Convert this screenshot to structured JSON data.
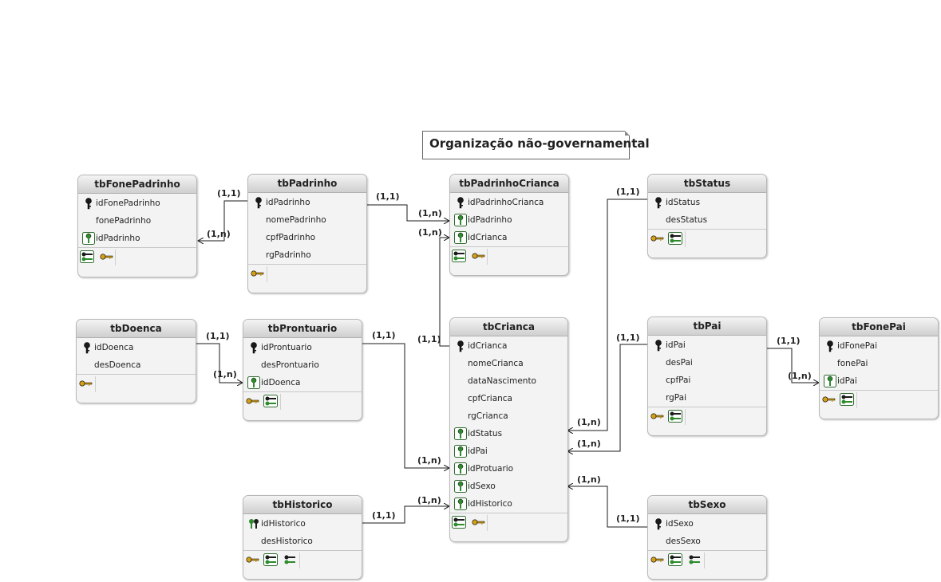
{
  "title": "Organização não-governamental",
  "entities": {
    "tbFonePadrinho": {
      "name": "tbFonePadrinho",
      "fields": [
        "idFonePadrinho",
        "fonePadrinho",
        "idPadrinho"
      ]
    },
    "tbPadrinho": {
      "name": "tbPadrinho",
      "fields": [
        "idPadrinho",
        "nomePadrinho",
        "cpfPadrinho",
        "rgPadrinho"
      ]
    },
    "tbPadrinhoCrianca": {
      "name": "tbPadrinhoCrianca",
      "fields": [
        "idPadrinhoCrianca",
        "idPadrinho",
        "idCrianca"
      ]
    },
    "tbStatus": {
      "name": "tbStatus",
      "fields": [
        "idStatus",
        "desStatus"
      ]
    },
    "tbDoenca": {
      "name": "tbDoenca",
      "fields": [
        "idDoenca",
        "desDoenca"
      ]
    },
    "tbProntuario": {
      "name": "tbProntuario",
      "fields": [
        "idProntuario",
        "desProntuario",
        "idDoenca"
      ]
    },
    "tbCrianca": {
      "name": "tbCrianca",
      "fields": [
        "idCrianca",
        "nomeCrianca",
        "dataNascimento",
        "cpfCrianca",
        "rgCrianca",
        "idStatus",
        "idPai",
        "idProtuario",
        "idSexo",
        "idHistorico"
      ]
    },
    "tbPai": {
      "name": "tbPai",
      "fields": [
        "idPai",
        "desPai",
        "cpfPai",
        "rgPai"
      ]
    },
    "tbFonePai": {
      "name": "tbFonePai",
      "fields": [
        "idFonePai",
        "fonePai",
        "idPai"
      ]
    },
    "tbHistorico": {
      "name": "tbHistorico",
      "fields": [
        "idHistorico",
        "desHistorico"
      ]
    },
    "tbSexo": {
      "name": "tbSexo",
      "fields": [
        "idSexo",
        "desSexo"
      ]
    }
  },
  "relationships": [
    {
      "id": "r1",
      "from": "tbPadrinho",
      "to": "tbFonePadrinho",
      "from_card": "(1,1)",
      "to_card": "(1,n)"
    },
    {
      "id": "r2",
      "from": "tbPadrinho",
      "to": "tbPadrinhoCrianca",
      "from_card": "(1,1)",
      "to_card": "(1,n)"
    },
    {
      "id": "r3",
      "from": "tbCrianca",
      "to": "tbPadrinhoCrianca",
      "from_card": "(1,1)",
      "to_card": "(1,n)"
    },
    {
      "id": "r4",
      "from": "tbStatus",
      "to": "tbCrianca",
      "from_card": "(1,1)",
      "to_card": "(1,n)"
    },
    {
      "id": "r5",
      "from": "tbDoenca",
      "to": "tbProntuario",
      "from_card": "(1,1)",
      "to_card": "(1,n)"
    },
    {
      "id": "r6",
      "from": "tbProntuario",
      "to": "tbCrianca",
      "from_card": "(1,1)",
      "to_card": "(1,n)"
    },
    {
      "id": "r7",
      "from": "tbPai",
      "to": "tbCrianca",
      "from_card": "(1,1)",
      "to_card": "(1,n)"
    },
    {
      "id": "r8",
      "from": "tbPai",
      "to": "tbFonePai",
      "from_card": "(1,1)",
      "to_card": "(1,n)"
    },
    {
      "id": "r9",
      "from": "tbHistorico",
      "to": "tbCrianca",
      "from_card": "(1,1)",
      "to_card": "(1,n)"
    },
    {
      "id": "r10",
      "from": "tbSexo",
      "to": "tbCrianca",
      "from_card": "(1,1)",
      "to_card": "(1,n)"
    }
  ],
  "colors": {
    "pk_key": "#1a1a1a",
    "fk_key": "#2e8b2e",
    "index_key": "#d4a017",
    "line": "#1a1a1a"
  }
}
